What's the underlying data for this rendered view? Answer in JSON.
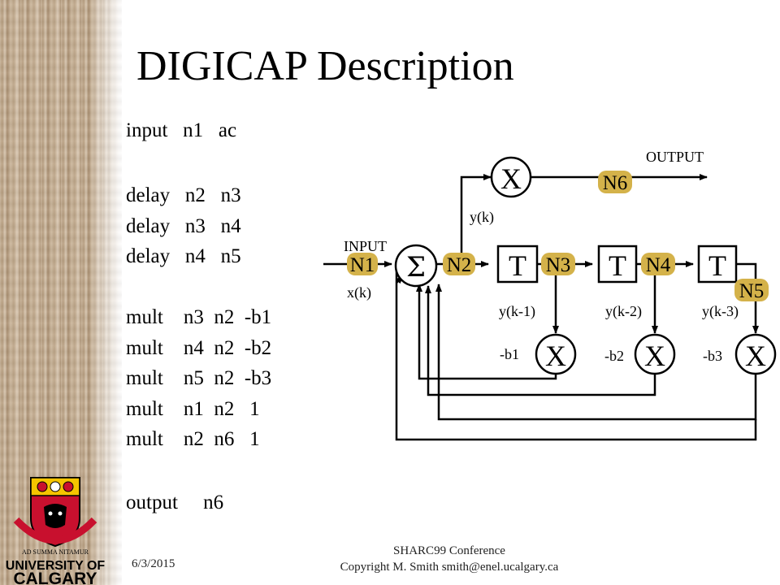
{
  "slide": {
    "title": "DIGICAP Description",
    "code_lines": [
      "input   n1   ac",
      "delay   n2   n3",
      "delay   n3   n4",
      "delay   n4   n5",
      "mult    n3  n2  -b1",
      "mult    n4  n2  -b2",
      "mult    n5  n2  -b3",
      "mult    n1  n2   1",
      "mult    n2  n6   1",
      "output     n6"
    ],
    "date": "6/3/2015",
    "footer_line1": "SHARC99 Conference",
    "footer_line2": "Copyright M. Smith  smith@enel.ucalgary.ca"
  },
  "diagram": {
    "labels": {
      "output": "OUTPUT",
      "input": "INPUT",
      "xk": "x(k)",
      "yk": "y(k)",
      "yk1": "y(k-1)",
      "yk2": "y(k-2)",
      "yk3": "y(k-3)",
      "b1": "-b1",
      "b2": "-b2",
      "b3": "-b3",
      "sum": "Σ",
      "delay": "T",
      "mult": "X"
    },
    "nodes": [
      "N1",
      "N2",
      "N3",
      "N4",
      "N5",
      "N6"
    ],
    "node_color": "#d4b24a"
  },
  "logo": {
    "motto": "AD SUMMA NITAMUR",
    "line1": "UNIVERSITY OF",
    "line2": "CALGARY"
  }
}
